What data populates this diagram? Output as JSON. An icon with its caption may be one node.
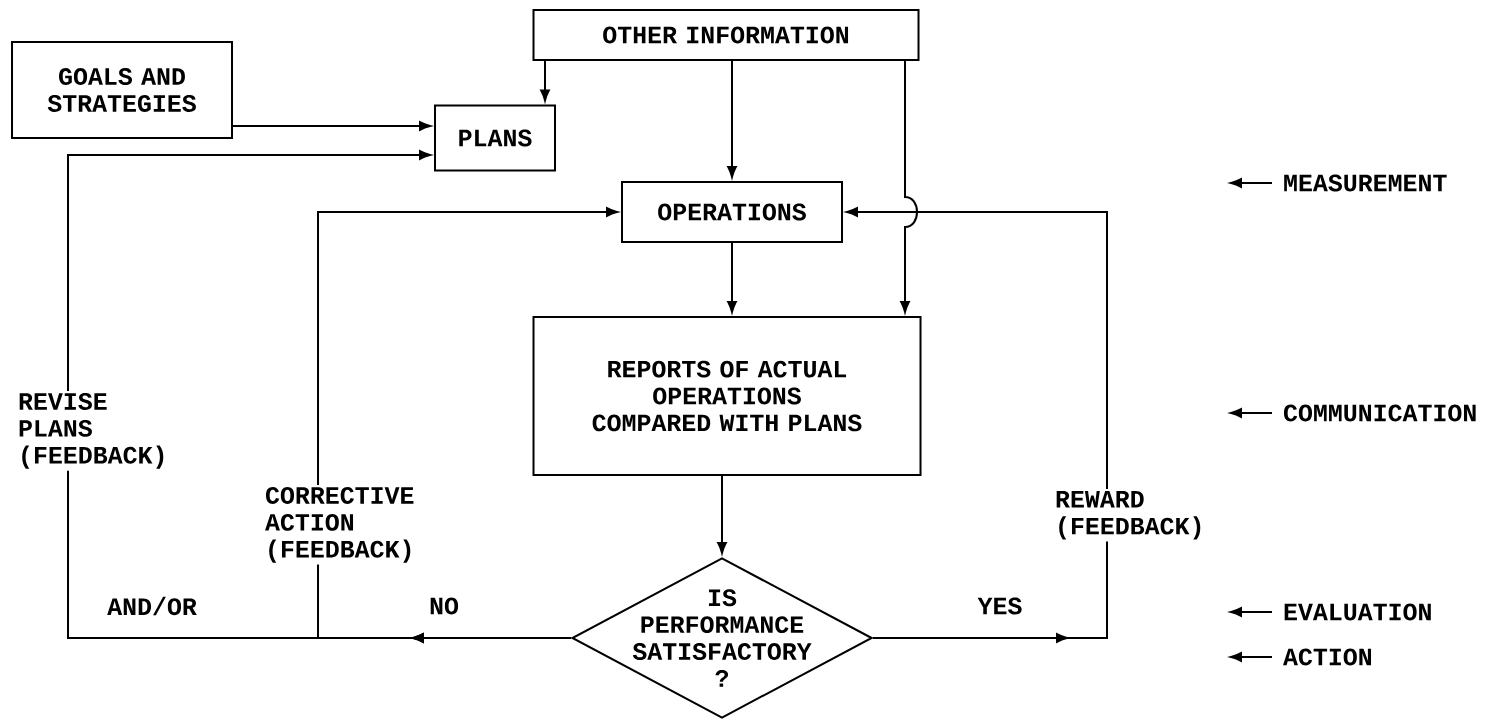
{
  "diagram": {
    "nodes": [
      {
        "text": [
          "GOALS AND STRATEGIES"
        ]
      },
      {
        "text": [
          "OTHER INFORMATION"
        ]
      },
      {
        "text": [
          "PLANS"
        ]
      },
      {
        "text": [
          "OPERATIONS"
        ]
      },
      {
        "text": [
          "REPORTS OF ACTUAL OPERATIONS COMPARED WITH PLANS"
        ]
      },
      {
        "text": [
          "IS PERFORMANCE SATISFACTORY ?"
        ]
      }
    ],
    "edges": [
      {
        "from": 0,
        "to": 2,
        "arrow": "to"
      },
      {
        "from": 1,
        "to": 2,
        "arrow": "to"
      },
      {
        "from": 1,
        "to": 3,
        "arrow": "to"
      },
      {
        "from": 1,
        "to": 4,
        "arrow": "to"
      },
      {
        "from": 3,
        "to": 4,
        "arrow": "to"
      },
      {
        "from": 4,
        "to": 5,
        "arrow": "to"
      },
      {
        "from": 5,
        "to": 2,
        "arrow": "to",
        "label": "REVISE PLANS (FEEDBACK)"
      },
      {
        "from": 5,
        "to": 3,
        "arrow": "to",
        "label": "CORRECTIVE ACTION (FEEDBACK)"
      },
      {
        "from": 5,
        "to": 3,
        "arrow": "to",
        "label": "REWARD (FEEDBACK)"
      }
    ],
    "labels": [
      "MEASUREMENT",
      "COMMUNICATION",
      "AND/OR",
      "NO",
      "YES",
      "EVALUATION",
      "ACTION"
    ]
  }
}
